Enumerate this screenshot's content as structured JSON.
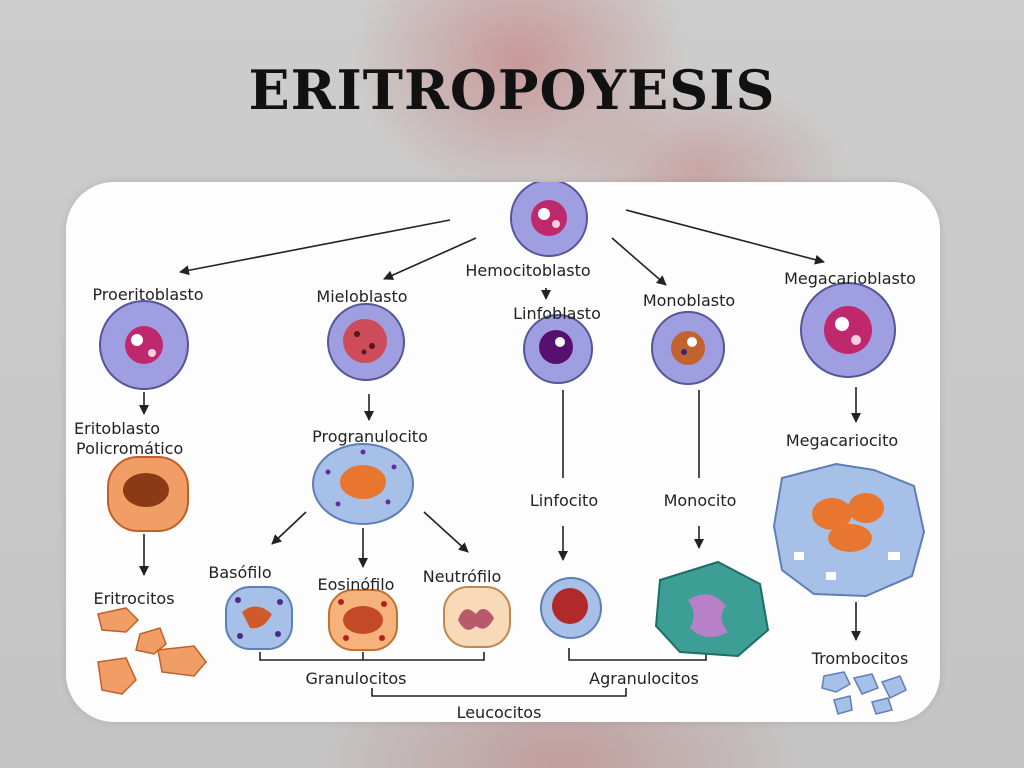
{
  "title": "ERITROPOYESIS",
  "labels": {
    "hemocitoblasto": "Hemocitoblasto",
    "proeritoblasto": "Proeritoblasto",
    "mieloblasto": "Mieloblasto",
    "linfoblasto": "Linfoblasto",
    "monoblasto": "Monoblasto",
    "megacarioblasto": "Megacarioblasto",
    "eritoblasto_line1": "Eritoblasto",
    "eritoblasto_line2": "Policromático",
    "progranulocito": "Progranulocito",
    "megacariocito": "Megacariocito",
    "linfocito": "Linfocito",
    "monocito": "Monocito",
    "basofilo": "Basófilo",
    "eosinofilo": "Eosinófilo",
    "neutrofilo": "Neutrófilo",
    "eritrocitos": "Eritrocitos",
    "trombocitos": "Trombocitos",
    "granulocitos": "Granulocitos",
    "agranulocitos": "Agranulocitos",
    "leucocitos": "Leucocitos"
  },
  "colors": {
    "blast_cytoplasm": "#9e9ee0",
    "blast_nucleus": "#c0286e",
    "erythroid_orange": "#f09e66",
    "granulocyte_blue": "#a7c0e8",
    "monocyte_teal": "#3d9e96",
    "monocyte_nucleus": "#b880c8",
    "lymph_nucleus": "#b02a2a",
    "arrow": "#222222"
  }
}
